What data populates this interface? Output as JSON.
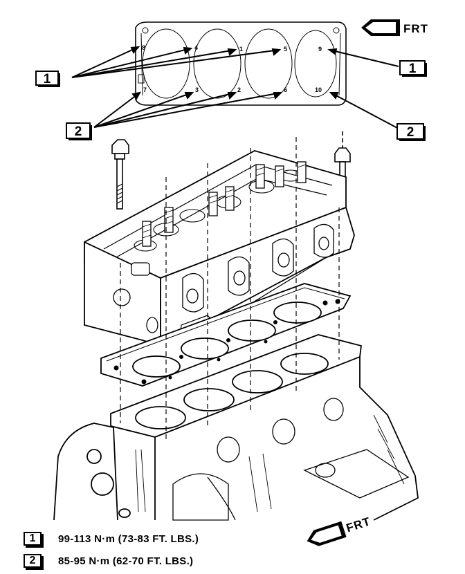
{
  "orientation": {
    "top_arrow_label": "FRT",
    "bottom_arrow_label": "FRT"
  },
  "sequence": {
    "row1": [
      "8",
      "4",
      "1",
      "5",
      "9"
    ],
    "row2": [
      "7",
      "3",
      "2",
      "6",
      "10"
    ]
  },
  "callouts": {
    "one": "1",
    "two": "2"
  },
  "legend": [
    {
      "key": "1",
      "text": "99-113 N·m (73-83 FT. LBS.)"
    },
    {
      "key": "2",
      "text": "85-95 N·m (62-70 FT. LBS.)"
    }
  ]
}
